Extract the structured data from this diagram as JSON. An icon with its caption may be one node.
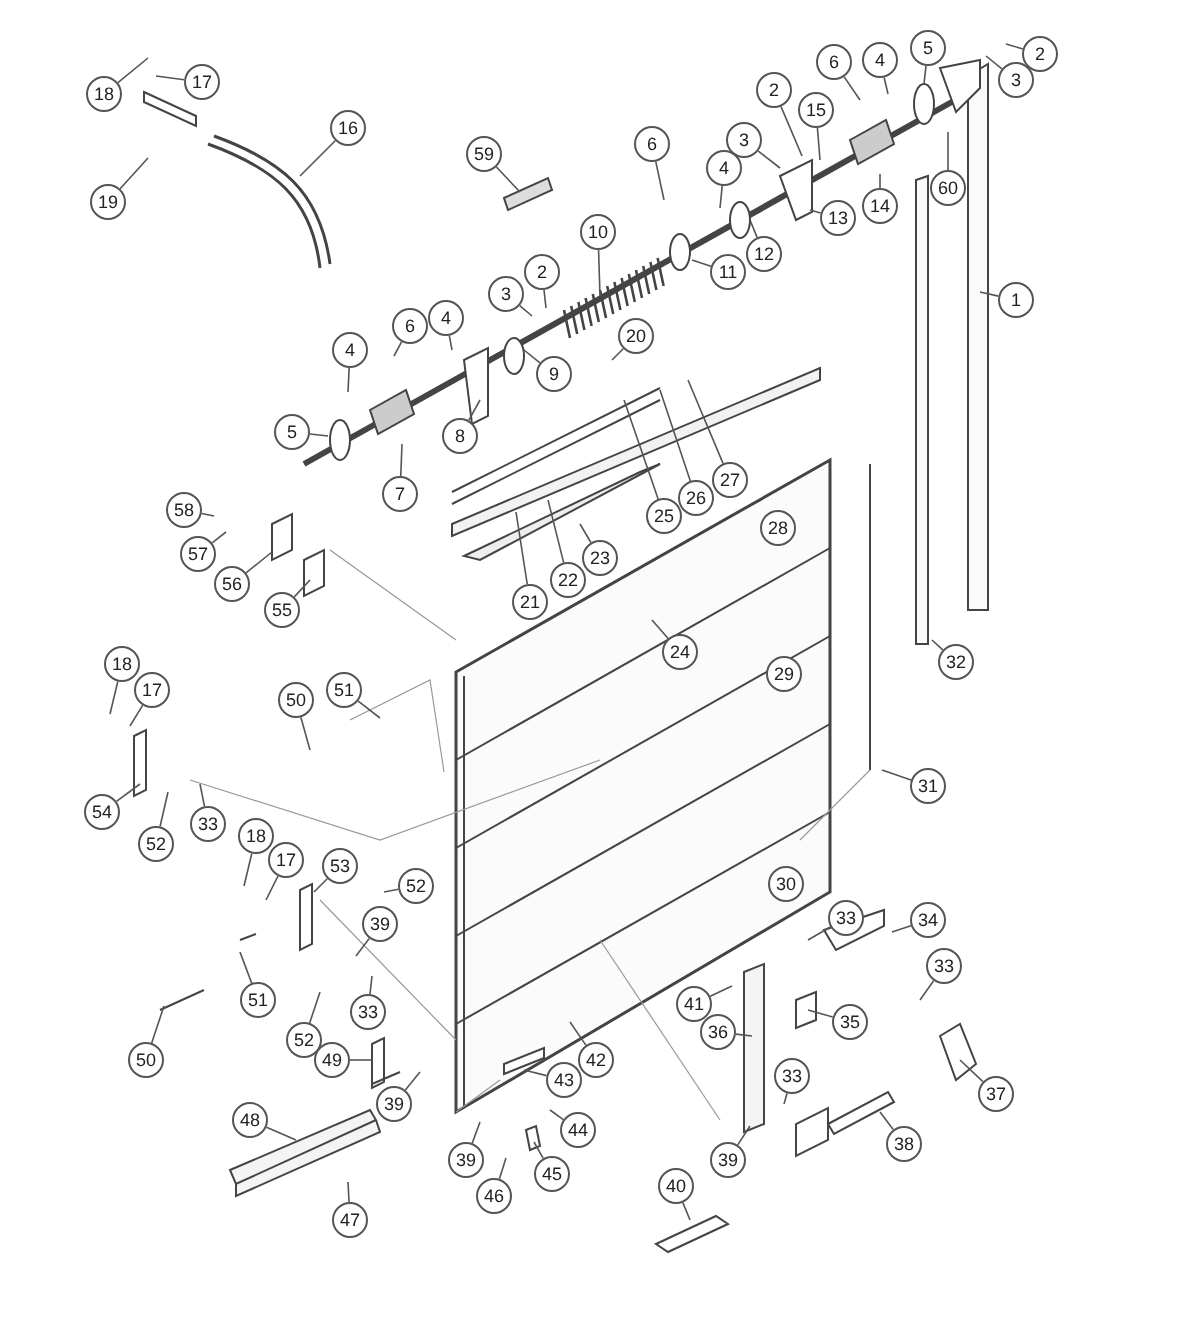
{
  "diagram": {
    "nodes": [
      {
        "text": [
          "5"
        ]
      },
      {
        "text": [
          "2"
        ]
      },
      {
        "text": [
          "6"
        ]
      },
      {
        "text": [
          "4"
        ]
      },
      {
        "text": [
          "3"
        ]
      },
      {
        "text": [
          "17"
        ]
      },
      {
        "text": [
          "2"
        ]
      },
      {
        "text": [
          "18"
        ]
      },
      {
        "text": [
          "15"
        ]
      },
      {
        "text": [
          "16"
        ]
      },
      {
        "text": [
          "3"
        ]
      },
      {
        "text": [
          "6"
        ]
      },
      {
        "text": [
          "60"
        ]
      },
      {
        "text": [
          "59"
        ]
      },
      {
        "text": [
          "4"
        ]
      },
      {
        "text": [
          "14"
        ]
      },
      {
        "text": [
          "19"
        ]
      },
      {
        "text": [
          "13"
        ]
      },
      {
        "text": [
          "10"
        ]
      },
      {
        "text": [
          "12"
        ]
      },
      {
        "text": [
          "2"
        ]
      },
      {
        "text": [
          "11"
        ]
      },
      {
        "text": [
          "3"
        ]
      },
      {
        "text": [
          "1"
        ]
      },
      {
        "text": [
          "4"
        ]
      },
      {
        "text": [
          "6"
        ]
      },
      {
        "text": [
          "20"
        ]
      },
      {
        "text": [
          "4"
        ]
      },
      {
        "text": [
          "9"
        ]
      },
      {
        "text": [
          "5"
        ]
      },
      {
        "text": [
          "8"
        ]
      },
      {
        "text": [
          "7"
        ]
      },
      {
        "text": [
          "27"
        ]
      },
      {
        "text": [
          "26"
        ]
      },
      {
        "text": [
          "58"
        ]
      },
      {
        "text": [
          "25"
        ]
      },
      {
        "text": [
          "28"
        ]
      },
      {
        "text": [
          "57"
        ]
      },
      {
        "text": [
          "23"
        ]
      },
      {
        "text": [
          "22"
        ]
      },
      {
        "text": [
          "56"
        ]
      },
      {
        "text": [
          "21"
        ]
      },
      {
        "text": [
          "55"
        ]
      },
      {
        "text": [
          "24"
        ]
      },
      {
        "text": [
          "32"
        ]
      },
      {
        "text": [
          "18"
        ]
      },
      {
        "text": [
          "29"
        ]
      },
      {
        "text": [
          "17"
        ]
      },
      {
        "text": [
          "51"
        ]
      },
      {
        "text": [
          "50"
        ]
      },
      {
        "text": [
          "31"
        ]
      },
      {
        "text": [
          "54"
        ]
      },
      {
        "text": [
          "33"
        ]
      },
      {
        "text": [
          "18"
        ]
      },
      {
        "text": [
          "52"
        ]
      },
      {
        "text": [
          "17"
        ]
      },
      {
        "text": [
          "53"
        ]
      },
      {
        "text": [
          "30"
        ]
      },
      {
        "text": [
          "52"
        ]
      },
      {
        "text": [
          "39"
        ]
      },
      {
        "text": [
          "33"
        ]
      },
      {
        "text": [
          "34"
        ]
      },
      {
        "text": [
          "33"
        ]
      },
      {
        "text": [
          "51"
        ]
      },
      {
        "text": [
          "33"
        ]
      },
      {
        "text": [
          "41"
        ]
      },
      {
        "text": [
          "35"
        ]
      },
      {
        "text": [
          "52"
        ]
      },
      {
        "text": [
          "36"
        ]
      },
      {
        "text": [
          "49"
        ]
      },
      {
        "text": [
          "50"
        ]
      },
      {
        "text": [
          "42"
        ]
      },
      {
        "text": [
          "33"
        ]
      },
      {
        "text": [
          "43"
        ]
      },
      {
        "text": [
          "37"
        ]
      },
      {
        "text": [
          "39"
        ]
      },
      {
        "text": [
          "48"
        ]
      },
      {
        "text": [
          "44"
        ]
      },
      {
        "text": [
          "38"
        ]
      },
      {
        "text": [
          "39"
        ]
      },
      {
        "text": [
          "39"
        ]
      },
      {
        "text": [
          "45"
        ]
      },
      {
        "text": [
          "40"
        ]
      },
      {
        "text": [
          "46"
        ]
      },
      {
        "text": [
          "47"
        ]
      }
    ],
    "edges": [
      {
        "from": 0,
        "to": null,
        "arrow": "none"
      },
      {
        "from": 1,
        "to": null,
        "arrow": "none"
      },
      {
        "from": 2,
        "to": null,
        "arrow": "none"
      },
      {
        "from": 3,
        "to": null,
        "arrow": "none"
      },
      {
        "from": 4,
        "to": null,
        "arrow": "none"
      },
      {
        "from": 5,
        "to": null,
        "arrow": "none"
      },
      {
        "from": 6,
        "to": null,
        "arrow": "none"
      },
      {
        "from": 7,
        "to": null,
        "arrow": "none"
      },
      {
        "from": 8,
        "to": null,
        "arrow": "none"
      },
      {
        "from": 9,
        "to": null,
        "arrow": "none"
      },
      {
        "from": 10,
        "to": null,
        "arrow": "none"
      },
      {
        "from": 11,
        "to": null,
        "arrow": "none"
      },
      {
        "from": 12,
        "to": null,
        "arrow": "none"
      },
      {
        "from": 13,
        "to": null,
        "arrow": "none"
      },
      {
        "from": 14,
        "to": null,
        "arrow": "none"
      },
      {
        "from": 15,
        "to": null,
        "arrow": "none"
      },
      {
        "from": 16,
        "to": null,
        "arrow": "none"
      },
      {
        "from": 17,
        "to": null,
        "arrow": "none"
      },
      {
        "from": 18,
        "to": null,
        "arrow": "none"
      },
      {
        "from": 19,
        "to": null,
        "arrow": "none"
      },
      {
        "from": 20,
        "to": null,
        "arrow": "none"
      },
      {
        "from": 21,
        "to": null,
        "arrow": "none"
      },
      {
        "from": 22,
        "to": null,
        "arrow": "none"
      },
      {
        "from": 23,
        "to": null,
        "arrow": "none"
      },
      {
        "from": 24,
        "to": null,
        "arrow": "none"
      },
      {
        "from": 25,
        "to": null,
        "arrow": "none"
      },
      {
        "from": 26,
        "to": null,
        "arrow": "none"
      },
      {
        "from": 27,
        "to": null,
        "arrow": "none"
      },
      {
        "from": 28,
        "to": null,
        "arrow": "none"
      },
      {
        "from": 29,
        "to": null,
        "arrow": "none"
      },
      {
        "from": 30,
        "to": null,
        "arrow": "none"
      },
      {
        "from": 31,
        "to": null,
        "arrow": "none"
      },
      {
        "from": 32,
        "to": null,
        "arrow": "none"
      },
      {
        "from": 33,
        "to": null,
        "arrow": "none"
      },
      {
        "from": 34,
        "to": null,
        "arrow": "none"
      },
      {
        "from": 35,
        "to": null,
        "arrow": "none"
      },
      {
        "from": 37,
        "to": null,
        "arrow": "none"
      },
      {
        "from": 38,
        "to": null,
        "arrow": "none"
      },
      {
        "from": 39,
        "to": null,
        "arrow": "none"
      },
      {
        "from": 40,
        "to": null,
        "arrow": "none"
      },
      {
        "from": 41,
        "to": null,
        "arrow": "none"
      },
      {
        "from": 42,
        "to": null,
        "arrow": "none"
      },
      {
        "from": 43,
        "to": null,
        "arrow": "none"
      },
      {
        "from": 44,
        "to": null,
        "arrow": "none"
      },
      {
        "from": 45,
        "to": null,
        "arrow": "none"
      },
      {
        "from": 47,
        "to": null,
        "arrow": "none"
      },
      {
        "from": 48,
        "to": null,
        "arrow": "none"
      },
      {
        "from": 49,
        "to": null,
        "arrow": "none"
      },
      {
        "from": 50,
        "to": null,
        "arrow": "none"
      },
      {
        "from": 51,
        "to": null,
        "arrow": "none"
      },
      {
        "from": 52,
        "to": null,
        "arrow": "none"
      },
      {
        "from": 53,
        "to": null,
        "arrow": "none"
      },
      {
        "from": 54,
        "to": null,
        "arrow": "none"
      },
      {
        "from": 55,
        "to": null,
        "arrow": "none"
      },
      {
        "from": 56,
        "to": null,
        "arrow": "none"
      },
      {
        "from": 58,
        "to": null,
        "arrow": "none"
      },
      {
        "from": 59,
        "to": null,
        "arrow": "none"
      },
      {
        "from": 60,
        "to": null,
        "arrow": "none"
      },
      {
        "from": 61,
        "to": null,
        "arrow": "none"
      },
      {
        "from": 62,
        "to": null,
        "arrow": "none"
      },
      {
        "from": 63,
        "to": null,
        "arrow": "none"
      },
      {
        "from": 64,
        "to": null,
        "arrow": "none"
      },
      {
        "from": 65,
        "to": null,
        "arrow": "none"
      },
      {
        "from": 66,
        "to": null,
        "arrow": "none"
      },
      {
        "from": 67,
        "to": null,
        "arrow": "none"
      },
      {
        "from": 68,
        "to": null,
        "arrow": "none"
      },
      {
        "from": 69,
        "to": null,
        "arrow": "none"
      },
      {
        "from": 70,
        "to": null,
        "arrow": "none"
      },
      {
        "from": 71,
        "to": null,
        "arrow": "none"
      },
      {
        "from": 72,
        "to": null,
        "arrow": "none"
      },
      {
        "from": 73,
        "to": null,
        "arrow": "none"
      },
      {
        "from": 74,
        "to": null,
        "arrow": "none"
      },
      {
        "from": 75,
        "to": null,
        "arrow": "none"
      },
      {
        "from": 76,
        "to": null,
        "arrow": "none"
      },
      {
        "from": 77,
        "to": null,
        "arrow": "none"
      },
      {
        "from": 78,
        "to": null,
        "arrow": "none"
      },
      {
        "from": 79,
        "to": null,
        "arrow": "none"
      },
      {
        "from": 80,
        "to": null,
        "arrow": "none"
      },
      {
        "from": 81,
        "to": null,
        "arrow": "none"
      },
      {
        "from": 82,
        "to": null,
        "arrow": "none"
      },
      {
        "from": 83,
        "to": null,
        "arrow": "none"
      },
      {
        "from": 84,
        "to": null,
        "arrow": "none"
      }
    ]
  }
}
